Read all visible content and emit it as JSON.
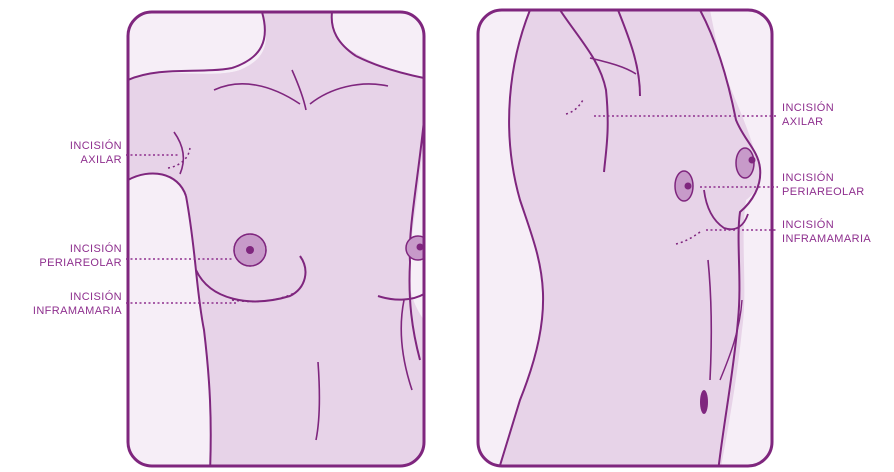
{
  "colors": {
    "outline": "#7f267e",
    "skin": "#e7d3e8",
    "background_panel": "#f6eef7",
    "areola": "#c79ac9",
    "label": "#8e2f8e",
    "dotted": "#8e2f8e"
  },
  "front_view": {
    "labels": {
      "axilar": [
        "INCISIÓN",
        "AXILAR"
      ],
      "periareolar": [
        "INCISIÓN",
        "PERIAREOLAR"
      ],
      "inframamaria": [
        "INCISIÓN",
        "INFRAMAMARIA"
      ]
    }
  },
  "side_view": {
    "labels": {
      "axilar": [
        "INCISIÓN",
        "AXILAR"
      ],
      "periareolar": [
        "INCISIÓN",
        "PERIAREOLAR"
      ],
      "inframamaria": [
        "INCISIÓN",
        "INFRAMAMARIA"
      ]
    }
  }
}
